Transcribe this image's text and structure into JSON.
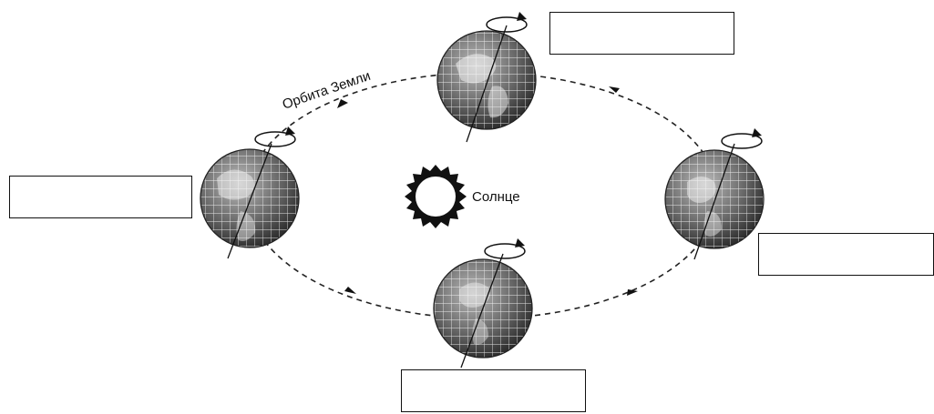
{
  "labels": {
    "orbit": "Орбита Земли",
    "sun": "Солнце"
  },
  "answer_boxes": [
    {
      "id": "top",
      "value": ""
    },
    {
      "id": "left",
      "value": ""
    },
    {
      "id": "right",
      "value": ""
    },
    {
      "id": "bottom",
      "value": ""
    }
  ],
  "colors": {
    "ink": "#111111",
    "earth_dark": "#4a4a4a",
    "earth_land": "#9a9a9a",
    "background": "#ffffff"
  },
  "icons": [
    "sun-icon",
    "rotation-arrow-icon",
    "earth-globe-icon",
    "orbit-direction-arrow-icon"
  ]
}
